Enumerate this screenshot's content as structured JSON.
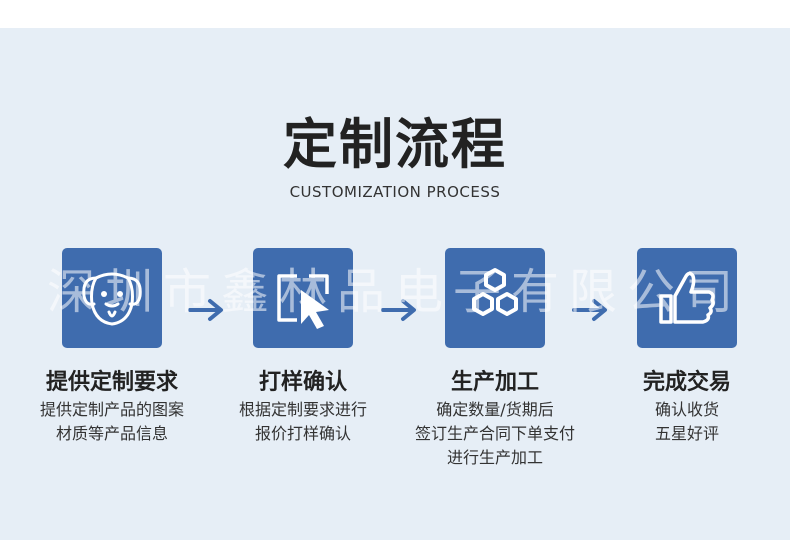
{
  "page": {
    "title": "定制流程",
    "subtitle": "CUSTOMIZATION PROCESS",
    "watermark": "深圳市鑫林品电子有限公司"
  },
  "colors": {
    "accent": "#3f6cae",
    "background": "#e6eef6"
  },
  "steps": [
    {
      "icon": "dog-face-icon",
      "title": "提供定制要求",
      "lines": [
        "提供定制产品的图案",
        "材质等产品信息"
      ]
    },
    {
      "icon": "cursor-in-frame-icon",
      "title": "打样确认",
      "lines": [
        "根据定制要求进行",
        "报价打样确认"
      ]
    },
    {
      "icon": "hexagons-icon",
      "title": "生产加工",
      "lines": [
        "确定数量/货期后",
        "签订生产合同下单支付",
        "进行生产加工"
      ]
    },
    {
      "icon": "thumbs-up-icon",
      "title": "完成交易",
      "lines": [
        "确认收货",
        "五星好评"
      ]
    }
  ]
}
